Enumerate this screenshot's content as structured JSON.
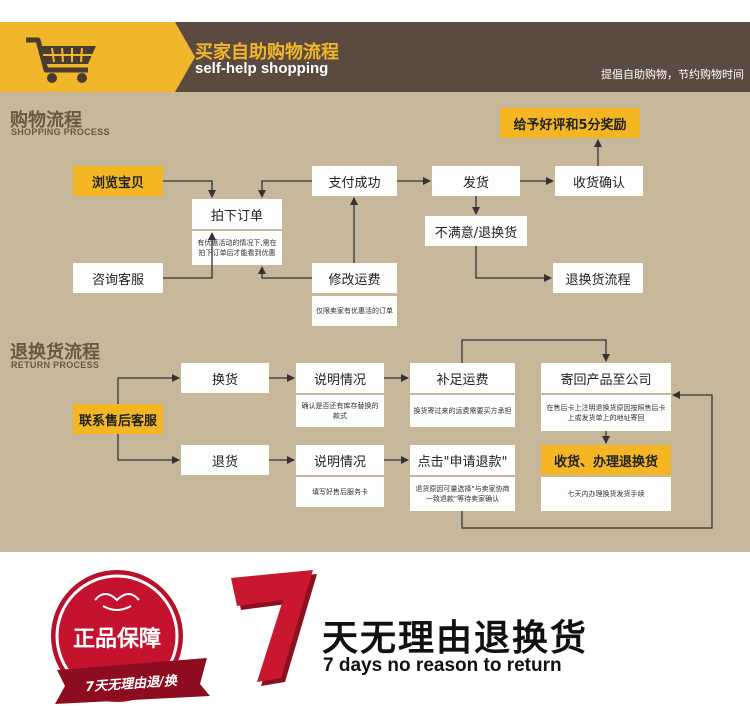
{
  "header": {
    "title": "买家自助购物流程",
    "subtitle": "self-help shopping",
    "slogan": "提倡自助购物，节约购物时间",
    "cart_icon": "shopping-cart-icon",
    "colors": {
      "brand_yellow": "#f2b62a",
      "header_brown": "#5b4a40",
      "panel_tan": "#c8b89b"
    }
  },
  "shopping": {
    "title": "购物流程",
    "subtitle": "SHOPPING PROCESS",
    "browse": "浏览宝贝",
    "consult": "咨询客服",
    "order": "拍下订单",
    "order_note": "有优惠活动的情况下,需在拍下订单后才能看到优惠",
    "pay": "支付成功",
    "modify": "修改运费",
    "modify_note": "仅限卖家有优惠活的订单",
    "ship": "发货",
    "receive": "收货确认",
    "reward": "给予好评和5分奖励",
    "unsatisfied": "不满意/退换货",
    "return_flow": "退换货流程"
  },
  "returns": {
    "title": "退换货流程",
    "subtitle": "RETURN PROCESS",
    "contact": "联系售后客服",
    "exchange": "换货",
    "refund": "退货",
    "explain_1": "说明情况",
    "explain_1_note": "确认是否还有库存替换的款式",
    "explain_2": "说明情况",
    "explain_2_note": "填写好售后服务卡",
    "shipping_fee": "补足运费",
    "shipping_fee_note": "换货寄过来的运费需要买方承担",
    "apply_refund": "点击\"申请退款\"",
    "apply_refund_note": "退货原因可量选择\"与卖家协商一致退款\"等待卖家确认",
    "send_back": "寄回产品至公司",
    "send_back_note": "在售后卡上注明退换货原因按照售后卡上或发货单上的地址寄回",
    "finish": "收货、办理退换货",
    "finish_note": "七天内办理换货发货手续"
  },
  "guarantee": {
    "badge_top": "正品保障",
    "badge_ribbon": "7天无理由退/换",
    "main": "天无理由退换货",
    "sub": "7 days no reason to return",
    "number": "7"
  }
}
